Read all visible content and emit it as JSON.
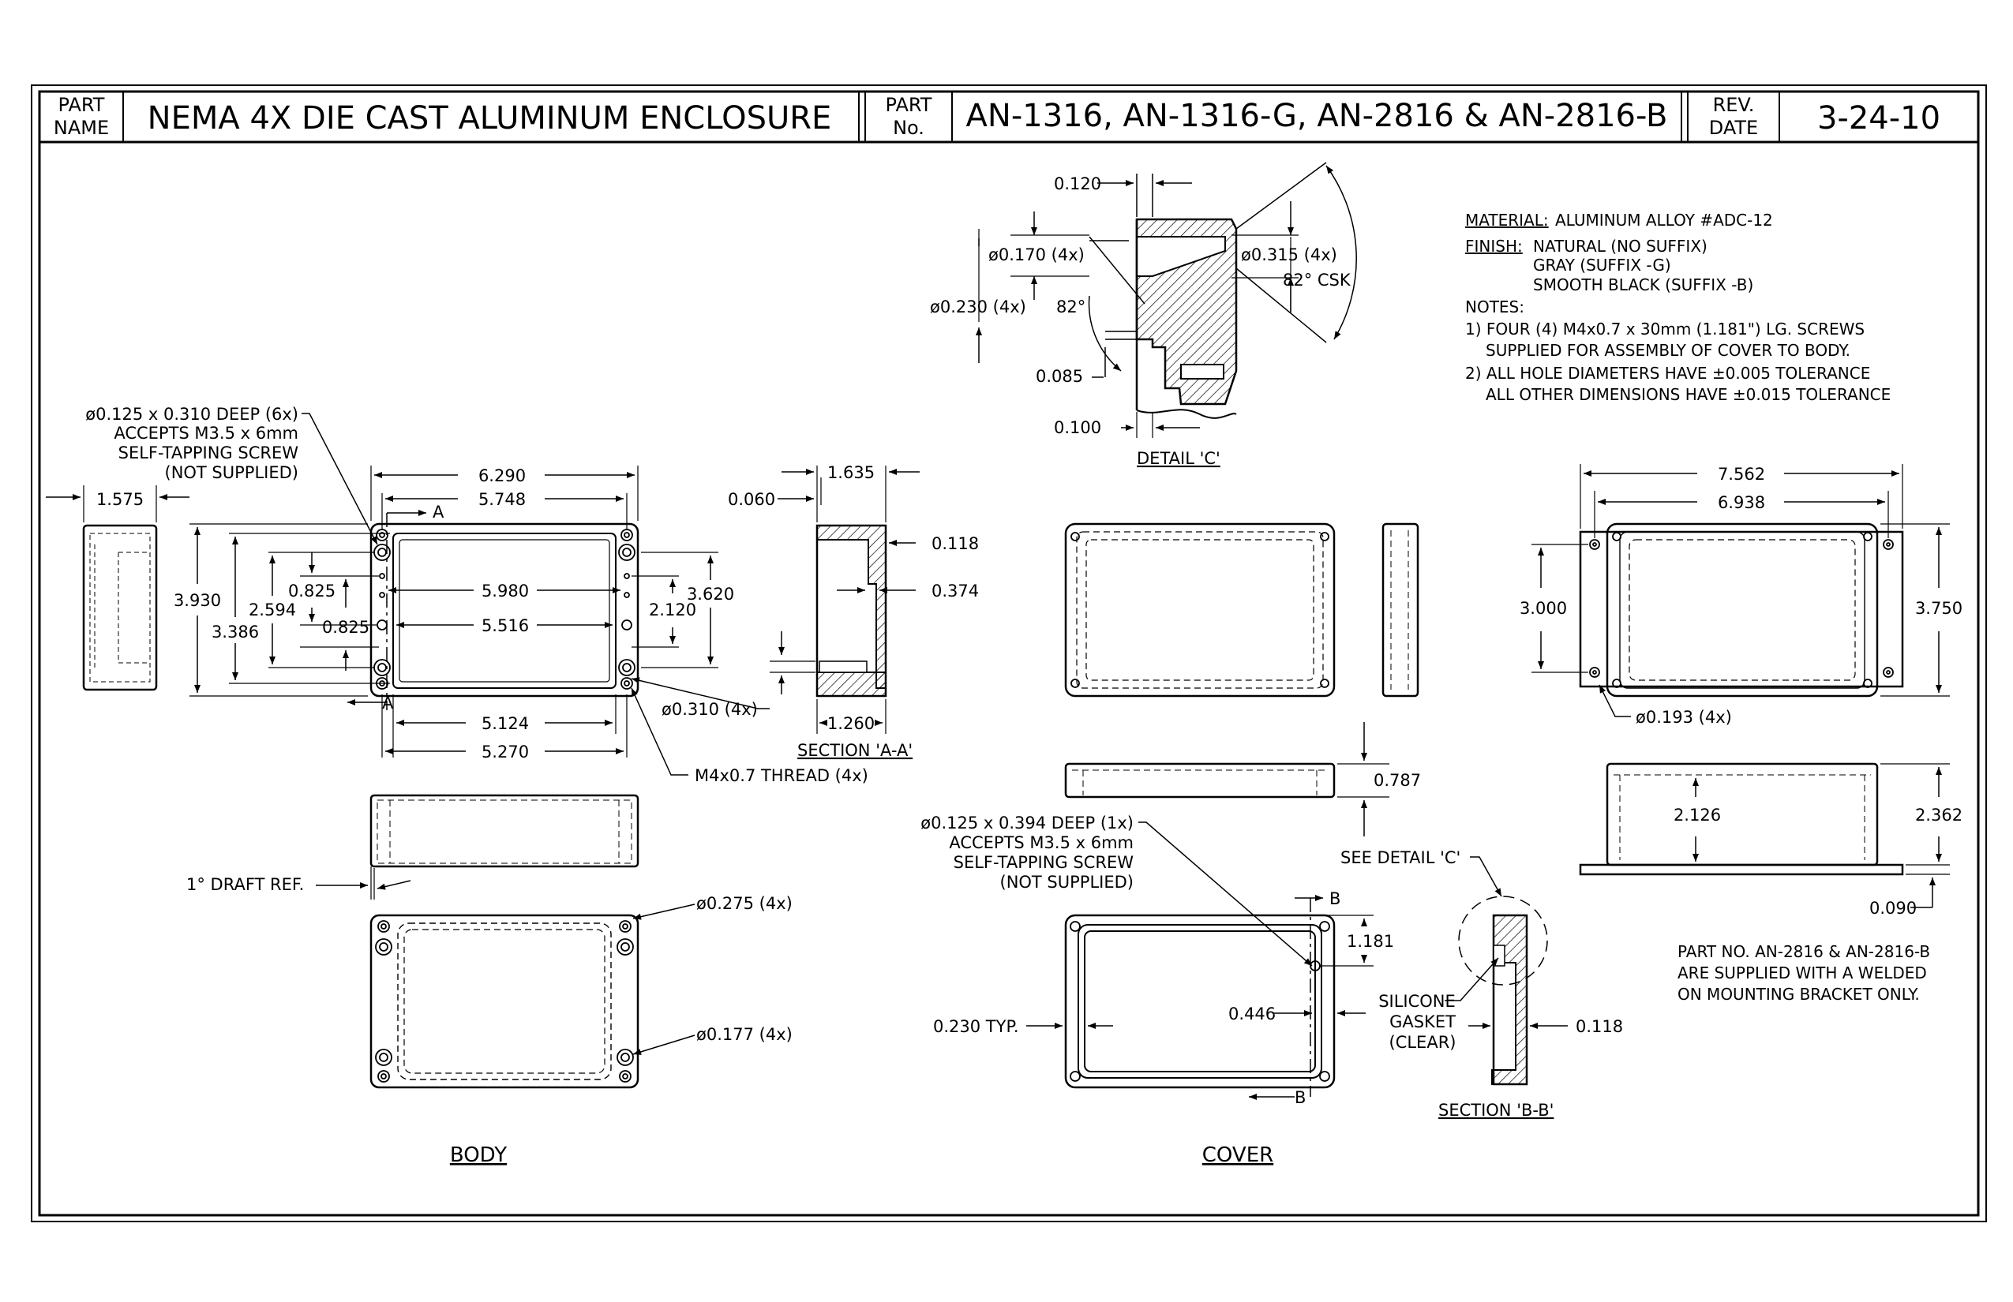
{
  "title_block": {
    "part_name_label_1": "PART",
    "part_name_label_2": "NAME",
    "part_name": "NEMA 4X DIE CAST ALUMINUM ENCLOSURE",
    "part_no_label_1": "PART",
    "part_no_label_2": "No.",
    "part_no": "AN-1316, AN-1316-G, AN-2816 & AN-2816-B",
    "rev_label_1": "REV.",
    "rev_label_2": "DATE",
    "rev_date": "3-24-10"
  },
  "notes": {
    "material_label": "MATERIAL:",
    "material_value": "ALUMINUM ALLOY #ADC-12",
    "finish_label": "FINISH:",
    "finish_1": "NATURAL (NO SUFFIX)",
    "finish_2": "GRAY (SUFFIX -G)",
    "finish_3": "SMOOTH BLACK (SUFFIX -B)",
    "notes_label": "NOTES:",
    "note_1a": "1) FOUR (4) M4x0.7 x 30mm (1.181\") LG. SCREWS",
    "note_1b": "SUPPLIED FOR ASSEMBLY OF COVER TO BODY.",
    "note_2a": "2) ALL HOLE DIAMETERS HAVE ±0.005 TOLERANCE",
    "note_2b": "ALL OTHER DIMENSIONS HAVE ±0.015 TOLERANCE",
    "bracket_1": "PART NO. AN-2816 & AN-2816-B",
    "bracket_2": "ARE SUPPLIED WITH A WELDED",
    "bracket_3": "ON MOUNTING BRACKET ONLY."
  },
  "detail_c": {
    "title": "DETAIL 'C'",
    "d_0120": "0.120",
    "d_0170": "ø0.170 (4x)",
    "d_0230": "ø0.230 (4x)",
    "d_82a": "82°",
    "d_0085": "0.085",
    "d_0100": "0.100",
    "d_0315": "ø0.315 (4x)",
    "d_82csk": "82° CSK"
  },
  "body": {
    "title": "BODY",
    "screw_1": "ø0.125 x 0.310 DEEP (6x)",
    "screw_2": "ACCEPTS M3.5 x 6mm",
    "screw_3": "SELF-TAPPING SCREW",
    "screw_4": "(NOT SUPPLIED)",
    "d_1575": "1.575",
    "d_6290": "6.290",
    "d_5748": "5.748",
    "d_3930": "3.930",
    "d_3386": "3.386",
    "d_2594": "2.594",
    "d_0825a": "0.825",
    "d_0825b": "0.825",
    "d_5980": "5.980",
    "d_5516": "5.516",
    "d_2120": "2.120",
    "d_3620": "3.620",
    "d_5124": "5.124",
    "d_5270": "5.270",
    "d_0310": "ø0.310 (4x)",
    "thread": "M4x0.7 THREAD (4x)",
    "draft": "1° DRAFT REF.",
    "d_0275": "ø0.275 (4x)",
    "d_0177": "ø0.177 (4x)",
    "sec_a": "A"
  },
  "section_aa": {
    "title": "SECTION 'A-A'",
    "d_1635": "1.635",
    "d_0060": "0.060",
    "d_0118": "0.118",
    "d_0374": "0.374",
    "d_1260": "1.260"
  },
  "cover": {
    "title": "COVER",
    "d_0787": "0.787",
    "screw_1": "ø0.125 x 0.394 DEEP (1x)",
    "screw_2": "ACCEPTS M3.5 x 6mm",
    "screw_3": "SELF-TAPPING SCREW",
    "screw_4": "(NOT SUPPLIED)",
    "see_detail": "SEE DETAIL 'C'",
    "d_1181": "1.181",
    "d_0446": "0.446",
    "d_0230": "0.230 TYP.",
    "gasket_1": "SILICONE",
    "gasket_2": "GASKET",
    "gasket_3": "(CLEAR)",
    "d_0118": "0.118",
    "sec_b": "B"
  },
  "section_bb": {
    "title": "SECTION 'B-B'"
  },
  "bracket": {
    "d_7562": "7.562",
    "d_6938": "6.938",
    "d_3000": "3.000",
    "d_3750": "3.750",
    "d_0193": "ø0.193 (4x)",
    "d_2126": "2.126",
    "d_2362": "2.362",
    "d_0090": "0.090"
  }
}
